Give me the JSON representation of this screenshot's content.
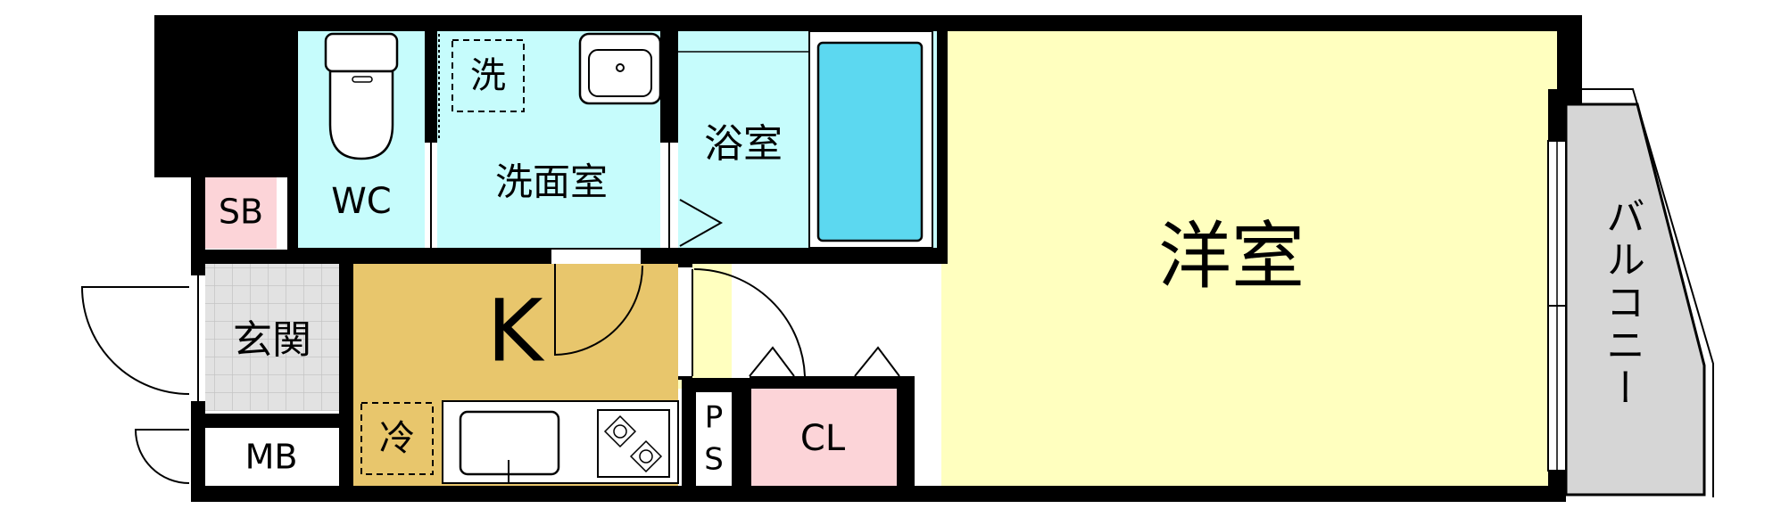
{
  "rooms": {
    "wc": "WC",
    "washroom": "洗面室",
    "washer": "洗",
    "bath": "浴室",
    "western_room": "洋室",
    "balcony": "バルコニー",
    "shoe_box": "SB",
    "entrance": "玄関",
    "kitchen": "K",
    "fridge": "冷",
    "meter_box": "MB",
    "pipe_space_top": "P",
    "pipe_space_bottom": "S",
    "closet": "CL"
  },
  "colors": {
    "wall": "#000000",
    "wet_area": "#c6fcfc",
    "tub": "#5cd8f0",
    "western_room": "#ffffbf",
    "kitchen": "#e8c66c",
    "pink": "#fcd4d8",
    "balcony": "#d6d6d6",
    "entrance": "#e0e0e0"
  }
}
